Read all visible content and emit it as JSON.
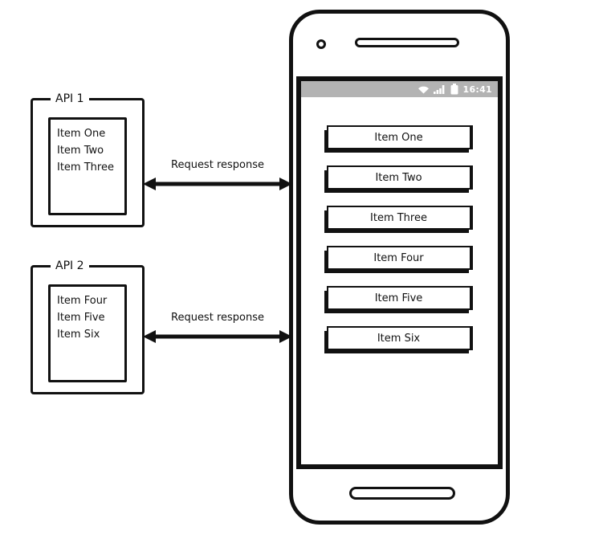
{
  "api1": {
    "label": "API 1",
    "items": [
      "Item One",
      "Item Two",
      "Item Three"
    ]
  },
  "api2": {
    "label": "API 2",
    "items": [
      "Item Four",
      "Item Five",
      "Item Six"
    ]
  },
  "arrows": {
    "top_label": "Request response",
    "bottom_label": "Request response"
  },
  "phone": {
    "status": {
      "time": "16:41",
      "icons": [
        "wifi-icon",
        "signal-icon",
        "battery-icon"
      ]
    },
    "buttons": [
      "Item One",
      "Item Two",
      "Item Three",
      "Item Four",
      "Item Five",
      "Item Six"
    ]
  },
  "colors": {
    "stroke": "#111111",
    "statusbar_bg": "#b3b3b3",
    "statusbar_fg": "#ffffff",
    "canvas": "#ffffff"
  }
}
